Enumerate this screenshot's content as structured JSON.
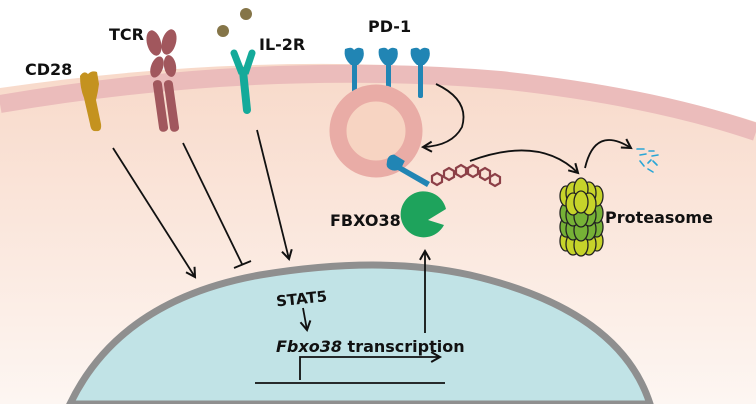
{
  "title": "PD-1 degradation pathway via FBXO38",
  "receptors": [
    {
      "id": "cd28",
      "label": "CD28",
      "color": "#c4921f"
    },
    {
      "id": "tcr",
      "label": "TCR",
      "color": "#a1575d"
    },
    {
      "id": "il2r",
      "label": "IL-2R",
      "color": "#14aa9a"
    },
    {
      "id": "pd1",
      "label": "PD-1",
      "color": "#2185b4"
    }
  ],
  "ligand_color": "#857548",
  "labels": {
    "cd28": "CD28",
    "tcr": "TCR",
    "il2r": "IL-2R",
    "pd1": "PD-1",
    "fbxo38": "FBXO38",
    "proteasome": "Proteasome",
    "stat5": "STAT5",
    "gene_italic": "Fbxo38",
    "gene_suffix": " transcription"
  },
  "edges": [
    {
      "from": "CD28",
      "to": "nucleus",
      "type": "activation"
    },
    {
      "from": "TCR",
      "to": "nucleus",
      "type": "inhibition"
    },
    {
      "from": "IL-2R",
      "to": "nucleus",
      "type": "activation"
    },
    {
      "from": "STAT5",
      "to": "Fbxo38 transcription",
      "type": "activation"
    },
    {
      "from": "Fbxo38 transcription",
      "to": "FBXO38",
      "type": "activation"
    },
    {
      "from": "PD-1 (membrane)",
      "to": "endosome",
      "type": "internalization"
    },
    {
      "from": "ubiquitinated PD-1",
      "to": "Proteasome",
      "type": "degradation"
    },
    {
      "from": "Proteasome",
      "to": "peptide fragments",
      "type": "output"
    }
  ],
  "colors": {
    "membrane": "#ebbcbb",
    "cytoplasm_top": "#f9dccd",
    "cytoplasm_bottom": "#fdf4ef",
    "nucleus_fill": "#c1e3e6",
    "nucleus_border": "#8f8f8f",
    "endosome": "#e9aca6",
    "endosome_inner": "#f7d4c2",
    "fbxo38": "#1ea35c",
    "ubiquitin": "#8c3f47",
    "proteasome_light": "#c6d32a",
    "proteasome_dark": "#76b136",
    "fragments": "#2aa6d6"
  }
}
